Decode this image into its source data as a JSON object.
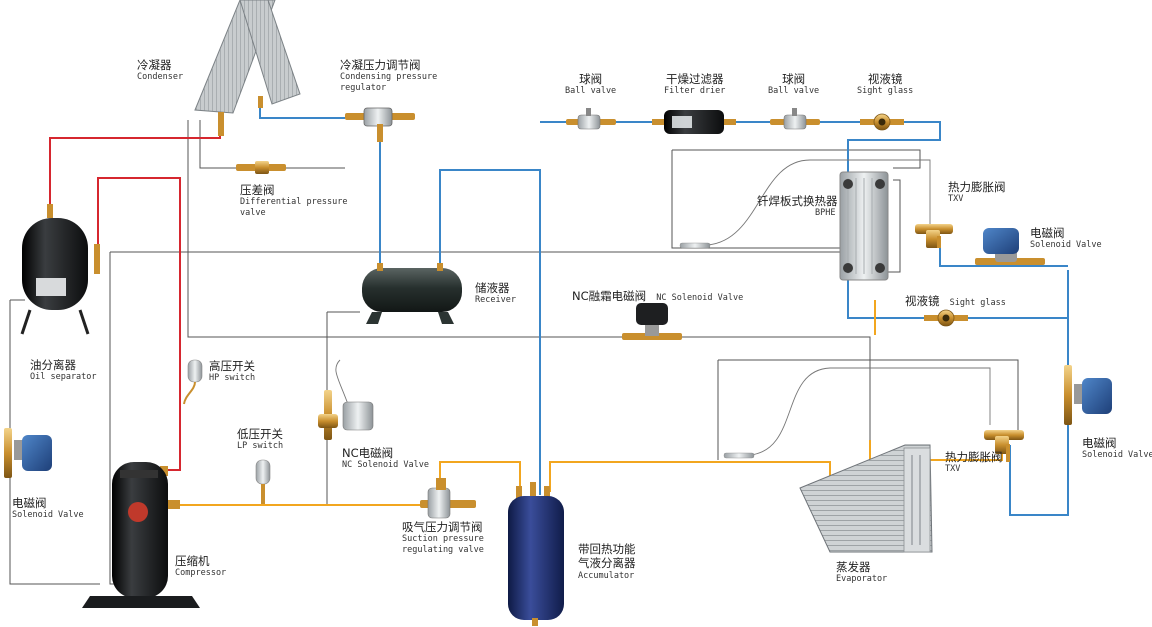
{
  "colors": {
    "high_pressure_line": "#d6272f",
    "liquid_line": "#3a86c8",
    "suction_line": "#f2a61f",
    "control_line": "#555555",
    "compressor_body": "#1a1c1e",
    "accumulator_body": "#1f2f6e",
    "receiver_body": "#2b3432",
    "solenoid_coil": "#2a5d9f",
    "brass": "#c98f2e"
  },
  "labels": {
    "condenser": {
      "cn": "冷凝器",
      "en": "Condenser"
    },
    "condensing_regulator": {
      "cn": "冷凝压力调节阀",
      "en1": "Condensing pressure",
      "en2": "regulator"
    },
    "differential_valve": {
      "cn": "压差阀",
      "en1": "Differential pressure",
      "en2": "valve"
    },
    "receiver": {
      "cn": "储液器",
      "en": "Receiver"
    },
    "ball_valve_1": {
      "cn": "球阀",
      "en": "Ball valve"
    },
    "filter_drier": {
      "cn": "干燥过滤器",
      "en": "Filter drier"
    },
    "ball_valve_2": {
      "cn": "球阀",
      "en": "Ball valve"
    },
    "sight_glass_1": {
      "cn": "视液镜",
      "en": "Sight glass"
    },
    "bphe": {
      "cn": "钎焊板式换热器",
      "en": "BPHE"
    },
    "txv_1": {
      "cn": "热力膨胀阀",
      "en": "TXV"
    },
    "solenoid_1": {
      "cn": "电磁阀",
      "en": "Solenoid Valve"
    },
    "sight_glass_2": {
      "cn": "视液镜",
      "en": "Sight glass"
    },
    "nc_defrost": {
      "cn": "NC融霜电磁阀",
      "en": "NC Solenoid Valve"
    },
    "oil_separator": {
      "cn": "油分离器",
      "en": "Oil separator"
    },
    "hp_switch": {
      "cn": "高压开关",
      "en": "HP switch"
    },
    "lp_switch": {
      "cn": "低压开关",
      "en": "LP switch"
    },
    "nc_solenoid": {
      "cn": "NC电磁阀",
      "en": "NC Solenoid Valve"
    },
    "suction_regulator": {
      "cn": "吸气压力调节阀",
      "en1": "Suction pressure",
      "en2": "regulating valve"
    },
    "accumulator": {
      "cn1": "带回热功能",
      "cn2": "气液分离器",
      "en": "Accumulator"
    },
    "solenoid_left": {
      "cn": "电磁阀",
      "en": "Solenoid Valve"
    },
    "compressor": {
      "cn": "压缩机",
      "en": "Compressor"
    },
    "txv_2": {
      "cn": "热力膨胀阀",
      "en": "TXV"
    },
    "solenoid_right": {
      "cn": "电磁阀",
      "en": "Solenoid Valve"
    },
    "evaporator": {
      "cn": "蒸发器",
      "en": "Evaporator"
    }
  }
}
